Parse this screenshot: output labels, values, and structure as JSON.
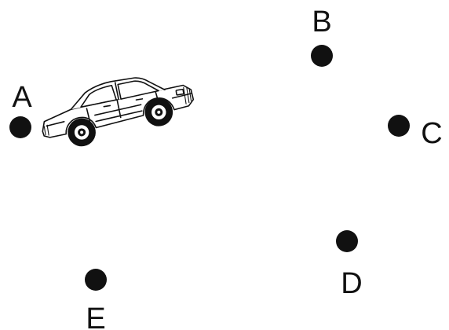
{
  "points": [
    {
      "id": "A",
      "label": "A"
    },
    {
      "id": "B",
      "label": "B"
    },
    {
      "id": "C",
      "label": "C"
    },
    {
      "id": "D",
      "label": "D"
    },
    {
      "id": "E",
      "label": "E"
    }
  ],
  "car": {
    "icon": "car-icon",
    "at_point": "A"
  },
  "colors": {
    "dot": "#111111",
    "label": "#111111",
    "car_stroke": "#111111",
    "car_fill": "#ffffff",
    "background": "#ffffff"
  }
}
